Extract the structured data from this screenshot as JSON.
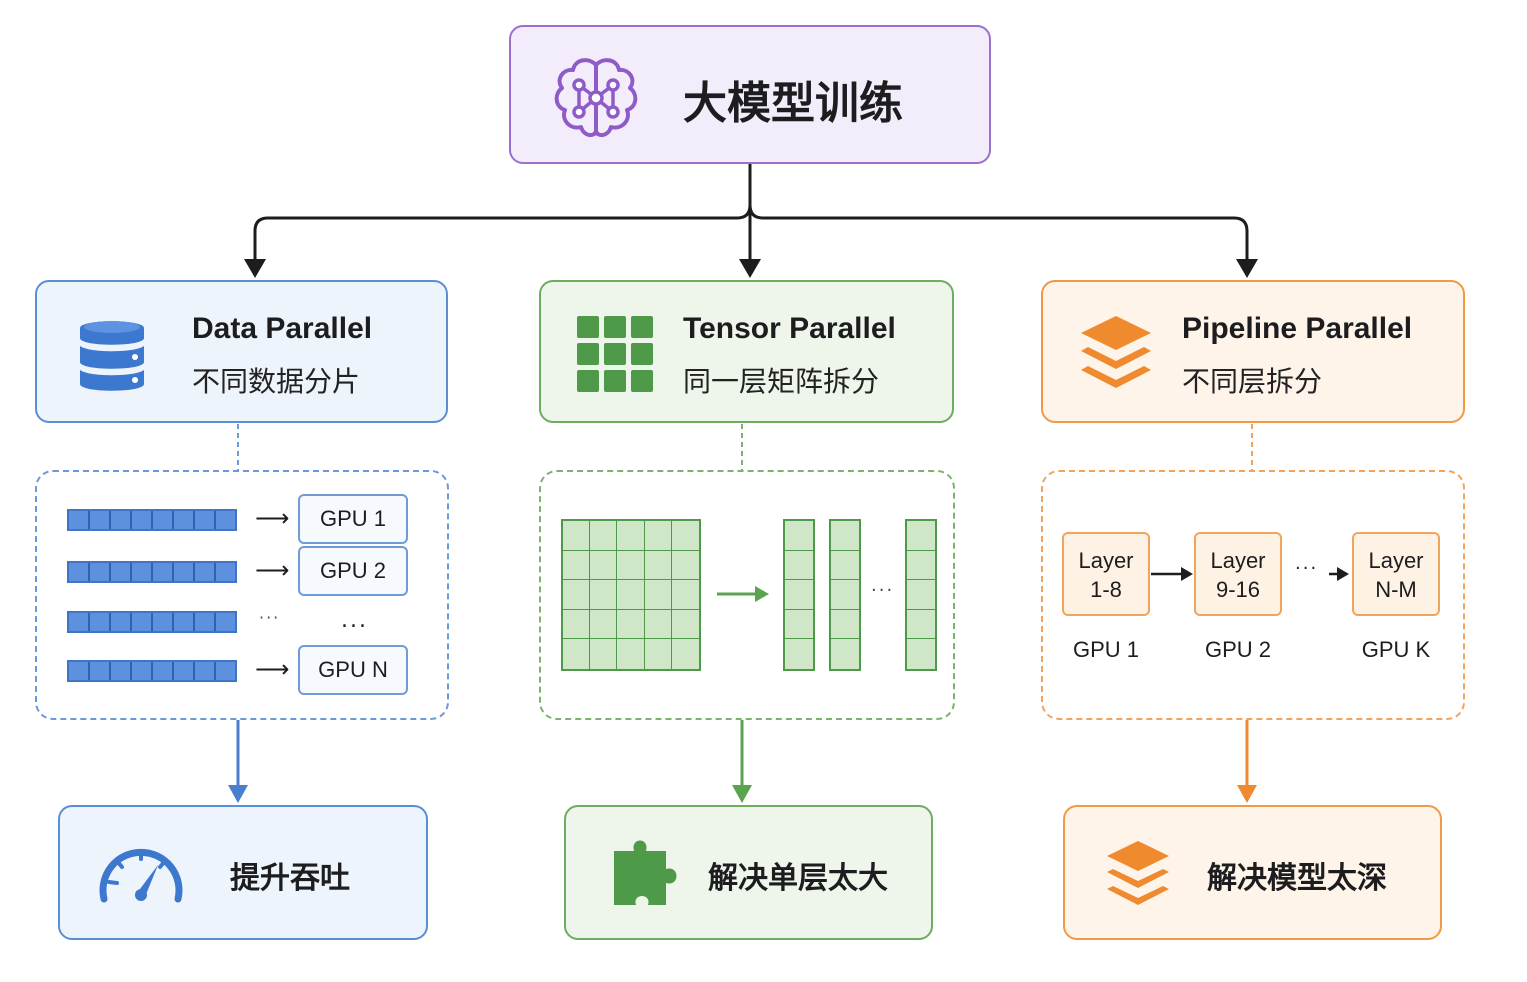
{
  "root": {
    "title": "大模型训练",
    "icon": "brain-network-icon",
    "accent": "#9b6fd0"
  },
  "branches": [
    {
      "id": "data",
      "title": "Data Parallel",
      "subtitle": "不同数据分片",
      "icon": "database-icon",
      "accent": "#4a7fd0",
      "gpus": [
        "GPU 1",
        "GPU 2",
        "...",
        "GPU N"
      ],
      "ellipsis": "···",
      "outcome": {
        "text": "提升吞吐",
        "icon": "speedometer-icon"
      }
    },
    {
      "id": "tensor",
      "title": "Tensor Parallel",
      "subtitle": "同一层矩阵拆分",
      "icon": "grid-icon",
      "accent": "#5aa34f",
      "ellipsis": "···",
      "outcome": {
        "text": "解决单层太大",
        "icon": "puzzle-icon"
      }
    },
    {
      "id": "pipeline",
      "title": "Pipeline Parallel",
      "subtitle": "不同层拆分",
      "icon": "layers-icon",
      "accent": "#ef8a2e",
      "layers": [
        {
          "line1": "Layer",
          "line2": "1-8",
          "gpu": "GPU 1"
        },
        {
          "line1": "Layer",
          "line2": "9-16",
          "gpu": "GPU 2"
        },
        {
          "line1": "Layer",
          "line2": "N-M",
          "gpu": "GPU K"
        }
      ],
      "ellipsis": "···",
      "outcome": {
        "text": "解决模型太深",
        "icon": "layers-icon"
      }
    }
  ]
}
